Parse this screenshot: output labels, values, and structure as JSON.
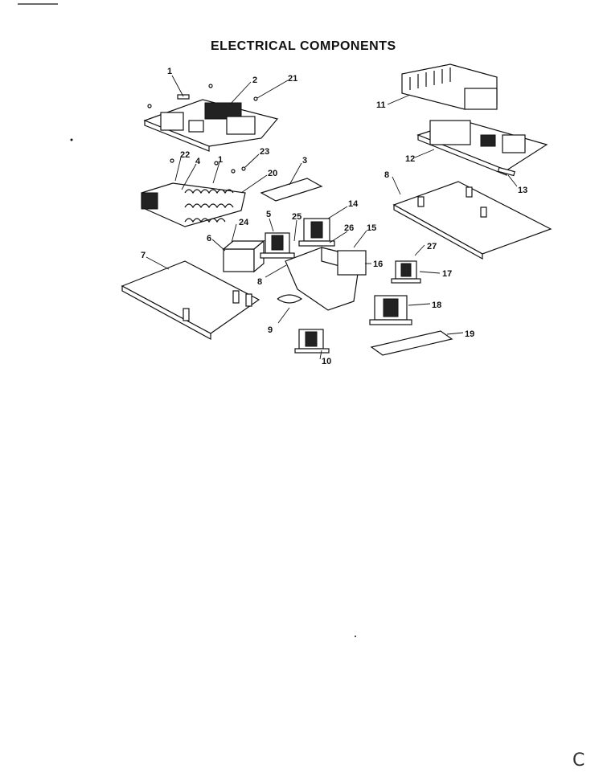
{
  "title": "ELECTRICAL COMPONENTS",
  "corner_mark": "C",
  "part_labels": [
    "1",
    "2",
    "21",
    "22",
    "4",
    "1",
    "23",
    "20",
    "3",
    "24",
    "5",
    "25",
    "14",
    "26",
    "15",
    "6",
    "7",
    "8",
    "16",
    "9",
    "10",
    "11",
    "12",
    "8",
    "13",
    "27",
    "17",
    "18",
    "19"
  ]
}
